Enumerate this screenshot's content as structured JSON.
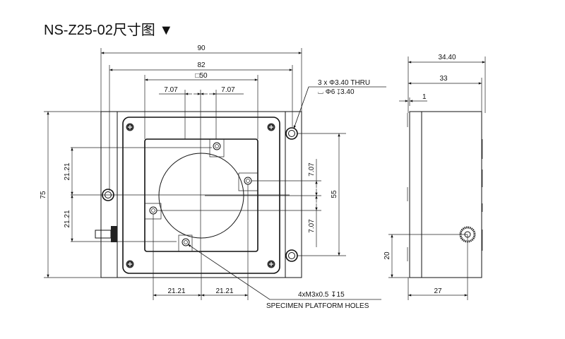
{
  "title": "NS-Z25-02尺寸图 ▼",
  "front_view": {
    "dim_width_outer": "90",
    "dim_width_holes": "82",
    "dim_square": "□50",
    "dim_offset_left": "7.07",
    "dim_offset_right": "7.07",
    "dim_height": "75",
    "dim_left_upper": "21.21",
    "dim_left_lower": "21.21",
    "dim_right_span": "55",
    "dim_right_upper": "7.07",
    "dim_right_lower": "7.07",
    "dim_bottom_left": "21.21",
    "dim_bottom_right": "21.21",
    "callout_holes_line1": "3 x Φ3.40 THRU",
    "callout_holes_line2": "⌴  Φ6  ↧3.40",
    "callout_platform_line1": "4xM3x0.5  ↧15",
    "callout_platform_line2": "SPECIMEN PLATFORM HOLES"
  },
  "side_view": {
    "dim_total": "34.40",
    "dim_body": "33",
    "dim_lip": "1",
    "dim_knob_height": "20",
    "dim_knob_offset": "27"
  }
}
